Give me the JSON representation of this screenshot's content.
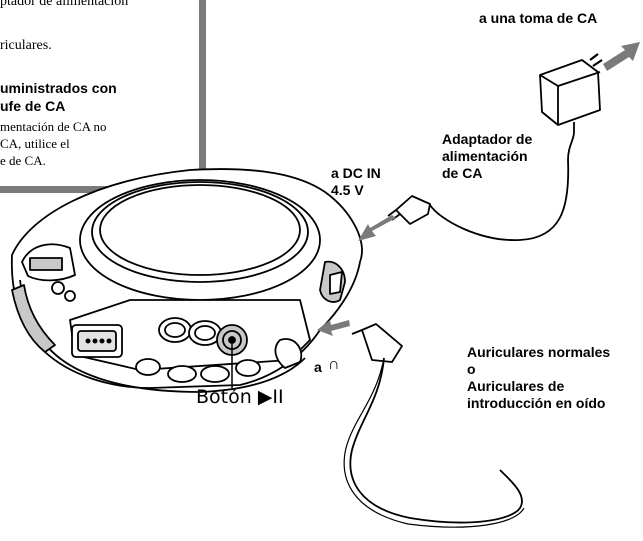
{
  "text_box": {
    "lines": [
      "ptador de alimentación",
      "riculares.",
      "uministrados con",
      "ufe de CA",
      "mentación de CA no",
      "CA, utilice el",
      "e de CA."
    ]
  },
  "labels": {
    "wall_outlet": "a una toma de CA",
    "adapter": [
      "Adaptador de",
      "alimentación",
      "de CA"
    ],
    "dc_in": [
      "a DC IN",
      "4.5 V"
    ],
    "headphone_jack": "a",
    "headphone_symbol": "∩",
    "headphones": [
      "Auriculares normales",
      "o",
      "Auriculares de",
      "introducción en oído"
    ],
    "play_button": "Botón ▶II"
  },
  "colors": {
    "arrow_gray": "#7a7a7a",
    "device_shade": "#c8c8c8",
    "box_border": "#7a7a7a"
  }
}
